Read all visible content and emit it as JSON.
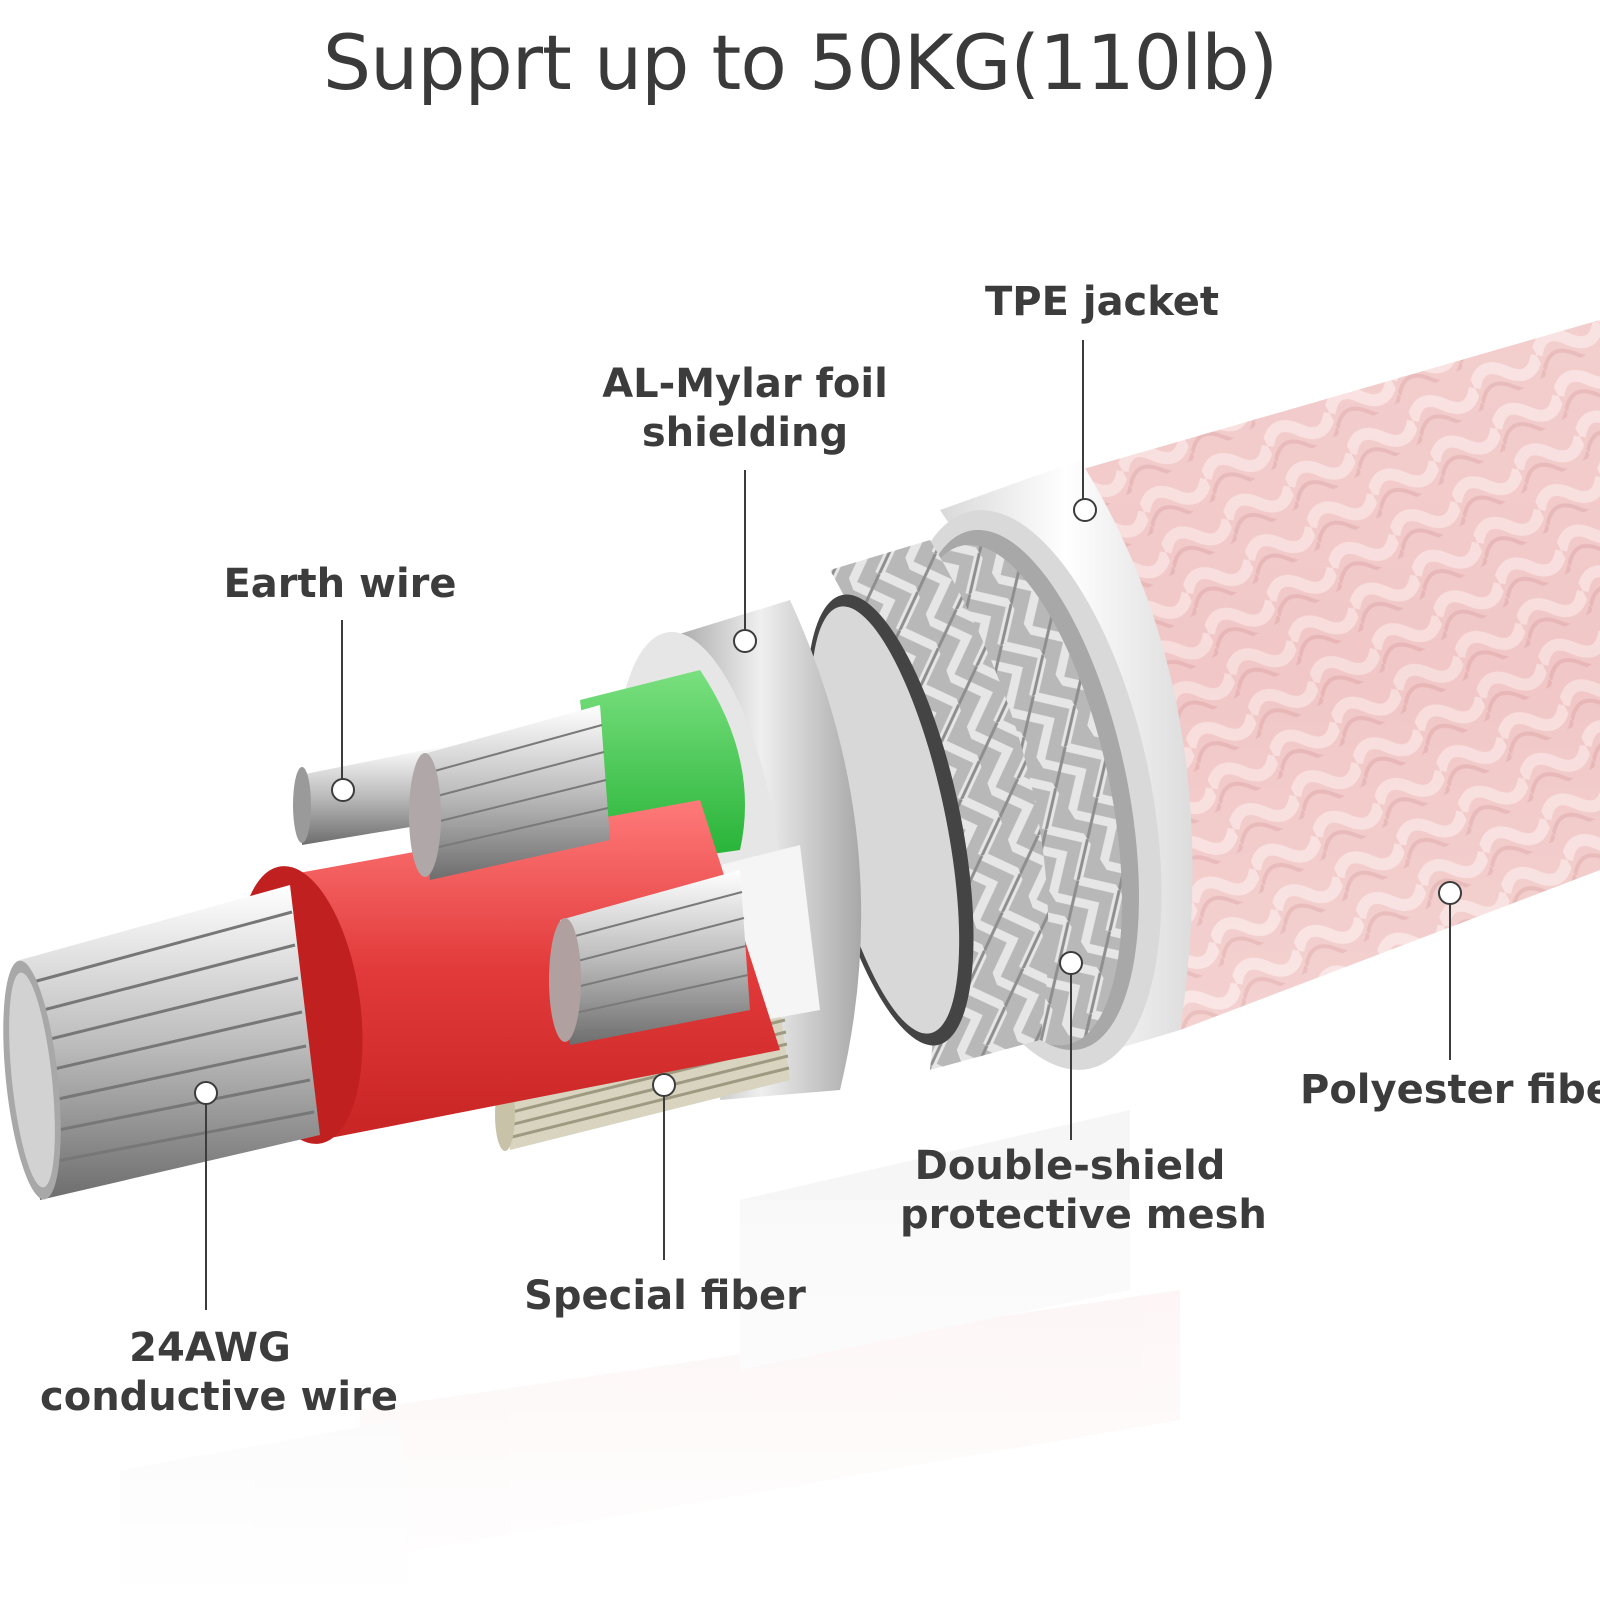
{
  "headline": "Supprt up to 50KG(110lb)",
  "labels": {
    "tpe_jacket": "TPE jacket",
    "al_mylar_line1": "AL-Mylar foil",
    "al_mylar_line2": "shielding",
    "earth_wire": "Earth wire",
    "polyester_fiber": "Polyester fiber",
    "double_shield_line1": "Double-shield",
    "double_shield_line2": "protective mesh",
    "special_fiber": "Special fiber",
    "awg_line1": "24AWG",
    "awg_line2": "conductive wire"
  },
  "colors": {
    "text": "#3c3c3c",
    "braid_pink": "#f2c9c9",
    "jacket_white": "#ececec",
    "insulation_red": "#e84848",
    "insulation_green": "#3fc94f",
    "copper_silver": "#c8c8c8"
  }
}
